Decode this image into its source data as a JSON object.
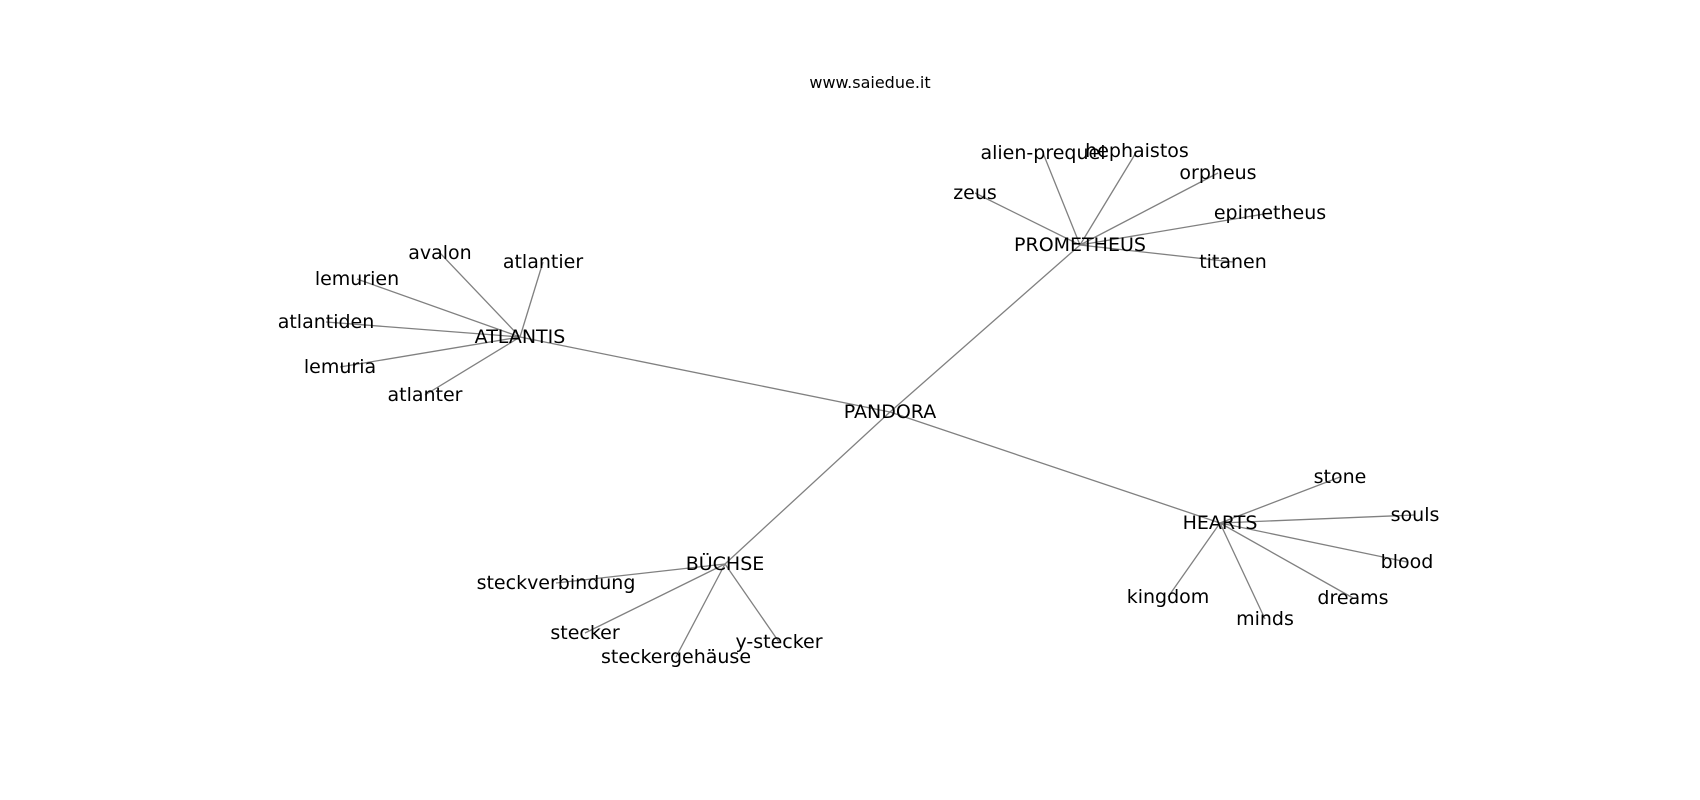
{
  "title": "www.saiedue.it",
  "graph": {
    "center": "PANDORA",
    "hubs": [
      {
        "label": "PROMETHEUS",
        "children": [
          "zeus",
          "alien-prequel",
          "hephaistos",
          "orpheus",
          "epimetheus",
          "titanen"
        ]
      },
      {
        "label": "ATLANTIS",
        "children": [
          "avalon",
          "atlantier",
          "lemurien",
          "atlantiden",
          "lemuria",
          "atlanter"
        ]
      },
      {
        "label": "HEARTS",
        "children": [
          "stone",
          "souls",
          "blood",
          "dreams",
          "minds",
          "kingdom"
        ]
      },
      {
        "label": "BÜCHSE",
        "children": [
          "steckverbindung",
          "stecker",
          "steckergehäuse",
          "y-stecker"
        ]
      }
    ]
  }
}
